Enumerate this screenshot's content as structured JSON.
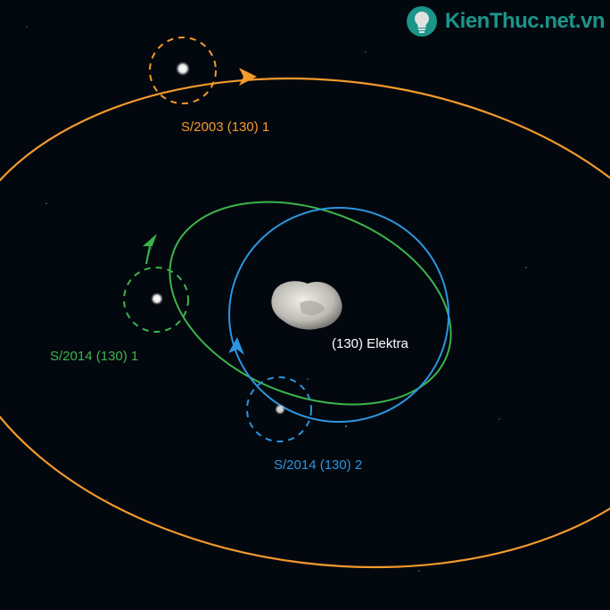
{
  "colors": {
    "background": "#03080f",
    "orbit_outer": "#f39a2c",
    "orbit_green": "#3cb44a",
    "orbit_blue": "#2c95de",
    "primary_body": "#d8d6d0",
    "watermark": "#1fa99a"
  },
  "labels": {
    "outer_moon": "S/2003 (130) 1",
    "inner_moon_green": "S/2014 (130) 1",
    "inner_moon_blue": "S/2014 (130) 2",
    "primary": "(130) Elektra"
  },
  "watermark": {
    "text": "KienThuc.net.vn",
    "icon": "lightbulb-icon"
  }
}
